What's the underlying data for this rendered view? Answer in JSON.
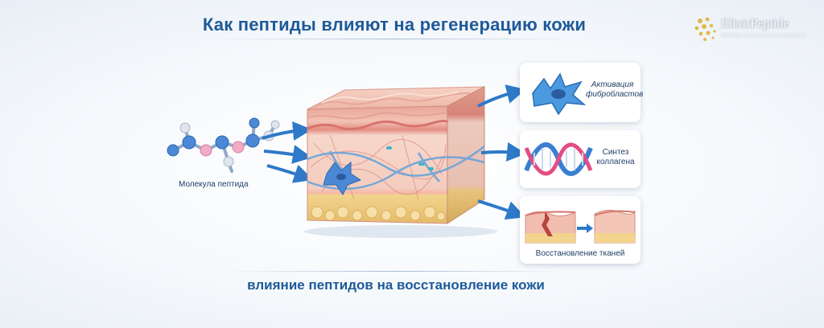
{
  "title": "Как пептиды влияют на регенерацию кожи",
  "caption": "влияние пептидов на восстановление кожи",
  "molecule_label": "Молекула пептида",
  "logo": {
    "name": "ElixirPeptide",
    "tagline": "ПЕПТИДЫ ДЛЯ КРАСОТЫ И ЗДОРОВЬЯ"
  },
  "effects": [
    {
      "line1": "Активация",
      "line2": "фибробластов",
      "icon": "fibroblast-cell-icon"
    },
    {
      "line1": "Синтез",
      "line2": "коллагена",
      "icon": "collagen-helix-icon"
    },
    {
      "label": "Восстановление тканей",
      "icon": "tissue-repair-icon"
    }
  ],
  "colors": {
    "accent": "#1e5a99",
    "arrow": "#2e79c8",
    "epidermis": "#f1c1b6",
    "dermis": "#f4cfc3",
    "fat": "#f2d48e",
    "fiber": "#6aa3da",
    "atom_blue": "#4b89d6",
    "atom_pink": "#f2aac5",
    "atom_grey": "#dfe5ec"
  }
}
